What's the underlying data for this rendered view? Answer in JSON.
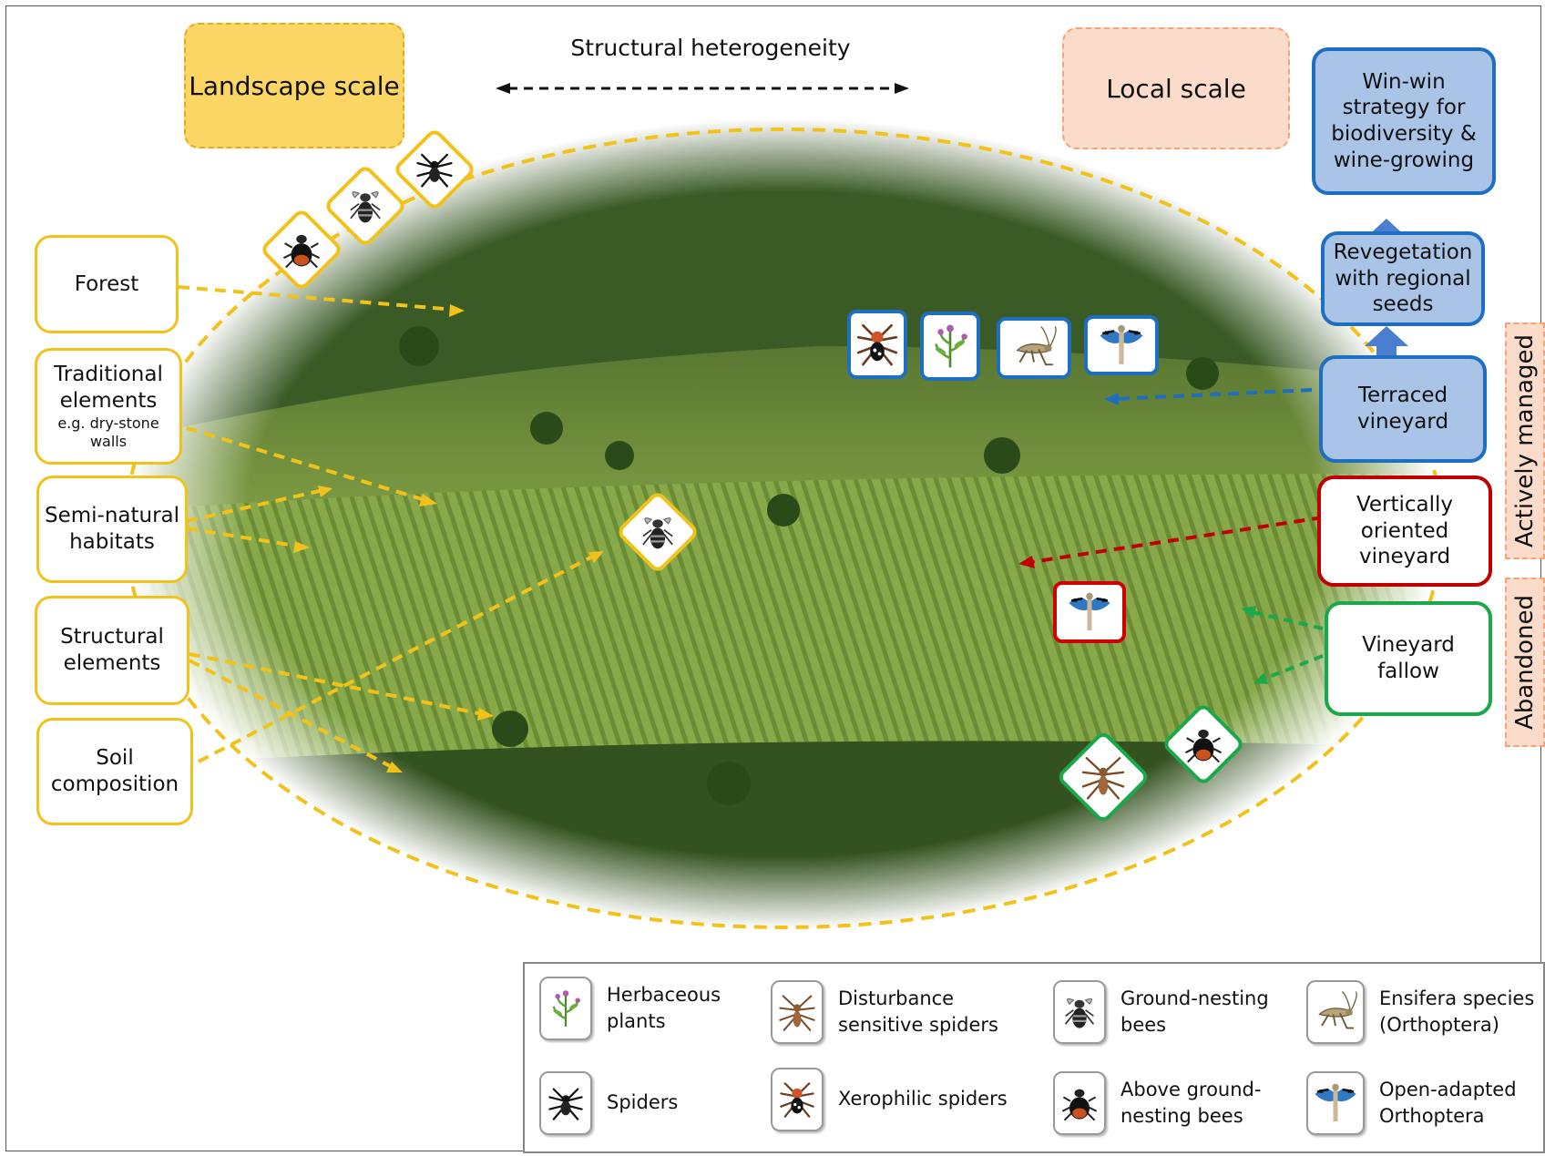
{
  "header": {
    "landscape_scale": "Landscape scale",
    "structural_heterogeneity": "Structural heterogeneity",
    "local_scale": "Local scale"
  },
  "landscape_factors": [
    {
      "label": "Forest"
    },
    {
      "label": "Traditional elements",
      "note": "e.g. dry-stone walls"
    },
    {
      "label": "Semi-natural habitats"
    },
    {
      "label": "Structural elements"
    },
    {
      "label": "Soil composition"
    }
  ],
  "local_management": {
    "win_win": "Win-win strategy for biodiversity & wine-growing",
    "revegetation": "Revegetation with regional seeds",
    "terraced": "Terraced vineyard",
    "vertical": "Vertically oriented vineyard",
    "fallow": "Vineyard fallow",
    "actively_managed": "Actively managed",
    "abandoned": "Abandoned"
  },
  "legend": [
    {
      "label": "Herbaceous plants",
      "icon": "herbaceous-plant-icon"
    },
    {
      "label": "Disturbance sensitive spiders",
      "icon": "disturbance-spider-icon"
    },
    {
      "label": "Ground-nesting bees",
      "icon": "ground-bee-icon"
    },
    {
      "label": "Ensifera species (Orthoptera)",
      "icon": "ensifera-icon"
    },
    {
      "label": "Spiders",
      "icon": "spider-icon"
    },
    {
      "label": "Xerophilic spiders",
      "icon": "xerophilic-spider-icon"
    },
    {
      "label": "Above ground-nesting bees",
      "icon": "above-bee-icon"
    },
    {
      "label": "Open-adapted Orthoptera",
      "icon": "open-orthoptera-icon"
    }
  ],
  "colors": {
    "landscape": "#f2c21a",
    "managed": "#1f6fc0",
    "vertical": "#c00000",
    "fallow": "#1aa84a",
    "local_fill": "#fbdccb"
  }
}
